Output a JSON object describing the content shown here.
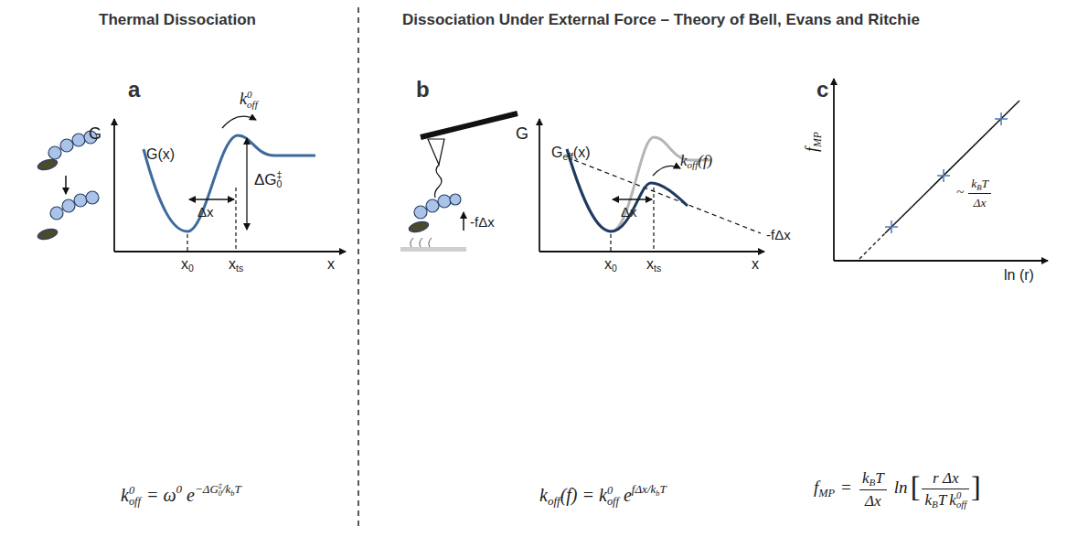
{
  "diagram": {
    "labels": [
      "Thermal Dissociation",
      "Dissociation Under External Force – Theory of Bell, Evans and Ritchie",
      "a",
      "b",
      "c",
      "G",
      "G(x)",
      "k",
      "0",
      "off",
      "ΔG",
      "0",
      "‡",
      "Δx",
      "x",
      "0",
      "x",
      "ts",
      "x",
      "k",
      "0",
      "off",
      "= ω",
      "0",
      "e",
      "−ΔG",
      "0",
      "‡",
      "/k",
      "b",
      "T",
      "G",
      "G",
      "eff",
      "(x)",
      "k",
      "off",
      "(f)",
      "Δx",
      "-fΔx",
      "-fΔx",
      "x",
      "0",
      "x",
      "ts",
      "x",
      "k",
      "off",
      "(f) = k",
      "0",
      "off",
      "e",
      "fΔx/k",
      "b",
      "T",
      "f",
      "MP",
      "ln (r)",
      "~",
      "k",
      "B",
      "T",
      "Δx",
      "f",
      "MP",
      "=",
      "k",
      "B",
      "T",
      "Δx",
      "ln",
      "[",
      "r Δx",
      "k",
      "B",
      "T",
      "k",
      "0",
      "off",
      "]"
    ]
  }
}
